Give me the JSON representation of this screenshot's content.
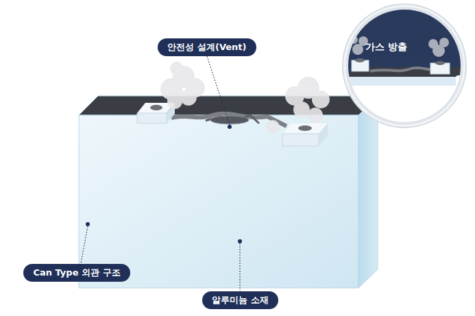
{
  "diagram": {
    "nodes": [
      {
        "text": [
          "안전성 설계(Vent)"
        ]
      },
      {
        "text": [
          "Can Type 외관 구조"
        ]
      },
      {
        "text": [
          "알루미늄 소재"
        ]
      }
    ],
    "labels": [
      "가스 방출"
    ]
  }
}
